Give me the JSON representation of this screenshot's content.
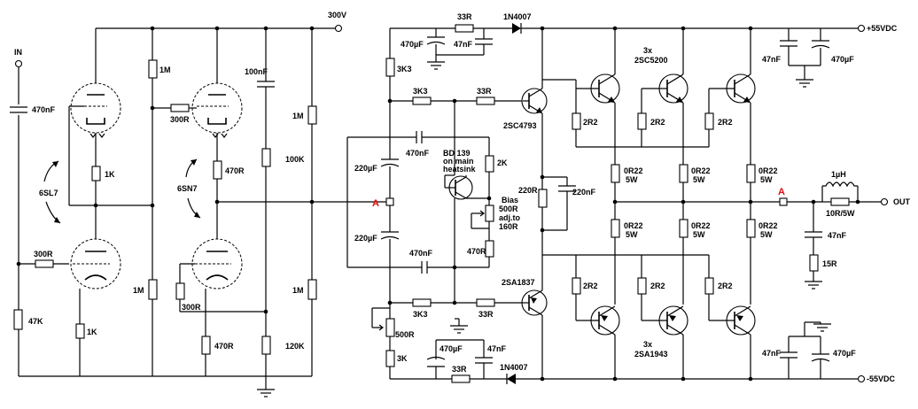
{
  "title": "",
  "labels": {
    "in": "IN",
    "out": "OUT",
    "v300": "300V",
    "vpos": "+55VDC",
    "vneg": "-55VDC",
    "tube1": "6SL7",
    "tube2": "6SN7",
    "c470n_in": "470nF",
    "r1M_a": "1M",
    "r300_a": "300R",
    "c100n": "100nF",
    "r1k_a": "1K",
    "r470_a": "470R",
    "r100k": "100K",
    "r1M_b": "1M",
    "r300_in": "300R",
    "r47k": "47K",
    "r1k_b": "1K",
    "r1M_c": "1M",
    "r300_b": "300R",
    "r470_b": "470R",
    "r120k": "120K",
    "r1M_d": "1M",
    "c470u_top": "470µF",
    "r33_top": "33R",
    "c47n_top": "47nF",
    "d_top": "1N4007",
    "r3k3_a": "3K3",
    "r3k3_b": "3K3",
    "r33_b": "33R",
    "q_pre_top": "2SC4793",
    "c470n_mid_top": "470nF",
    "bd139_1": "BD 139",
    "bd139_2": "on main",
    "bd139_3": "heatsink",
    "r2k": "2K",
    "c220u_a": "220µF",
    "c220u_b": "220µF",
    "bias1": "Bias",
    "bias2": "500R",
    "bias3": "adj.to",
    "bias4": "160R",
    "r470_c": "470R",
    "c470n_mid_bot": "470nF",
    "r220": "220R",
    "c220n": "220nF",
    "q_pre_bot": "2SA1837",
    "r3k3_c": "3K3",
    "r33_c": "33R",
    "pot500": "500R",
    "r3k": "3K",
    "c470u_bot": "470µF",
    "c47n_bot": "47nF",
    "r33_bot": "33R",
    "d_bot": "1N4007",
    "out_top_1": "3x",
    "out_top_2": "2SC5200",
    "out_bot_1": "3x",
    "out_bot_2": "2SA1943",
    "r2r2_1": "2R2",
    "r2r2_2": "2R2",
    "r2r2_3": "2R2",
    "r2r2_4": "2R2",
    "r2r2_5": "2R2",
    "r2r2_6": "2R2",
    "r0r22_1a": "0R22",
    "r0r22_1b": "5W",
    "r0r22_2a": "0R22",
    "r0r22_2b": "5W",
    "r0r22_3a": "0R22",
    "r0r22_3b": "5W",
    "r0r22_4a": "0R22",
    "r0r22_4b": "5W",
    "r0r22_5a": "0R22",
    "r0r22_5b": "5W",
    "r0r22_6a": "0R22",
    "r0r22_6b": "5W",
    "c47n_ps_top": "47nF",
    "c470u_ps_top": "470µF",
    "c47n_ps_bot": "47nF",
    "c470u_ps_bot": "470µF",
    "l1u": "1µH",
    "r10r": "10R/5W",
    "c47n_zob": "47nF",
    "r15": "15R",
    "pointA1": "A",
    "pointA2": "A"
  }
}
